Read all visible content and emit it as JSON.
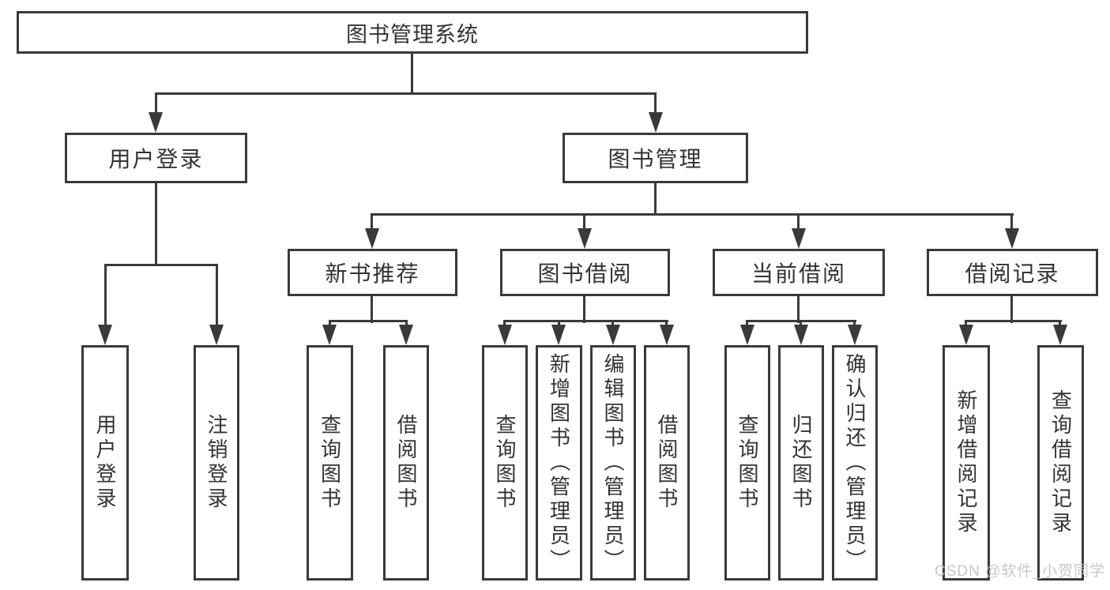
{
  "diagram": {
    "tree": {
      "label": "图书管理系统",
      "children": [
        {
          "label": "用户登录",
          "children": [
            {
              "label": "用户登录"
            },
            {
              "label": "注销登录"
            }
          ]
        },
        {
          "label": "图书管理",
          "children": [
            {
              "label": "新书推荐",
              "children": [
                {
                  "label": "查询图书"
                },
                {
                  "label": "借阅图书"
                }
              ]
            },
            {
              "label": "图书借阅",
              "children": [
                {
                  "label": "查询图书"
                },
                {
                  "label": "新增图书（管理员）"
                },
                {
                  "label": "编辑图书（管理员）"
                },
                {
                  "label": "借阅图书"
                }
              ]
            },
            {
              "label": "当前借阅",
              "children": [
                {
                  "label": "查询图书"
                },
                {
                  "label": "归还图书"
                },
                {
                  "label": "确认归还（管理员）"
                }
              ]
            },
            {
              "label": "借阅记录",
              "children": [
                {
                  "label": "新增借阅记录"
                },
                {
                  "label": "查询借阅记录"
                }
              ]
            }
          ]
        }
      ]
    },
    "watermark": "CSDN @软件_小贺同学",
    "colors": {
      "background": "#ffffff",
      "line": "#3a3a3a",
      "text": "#333333",
      "watermark": "#c3c3c3"
    }
  }
}
